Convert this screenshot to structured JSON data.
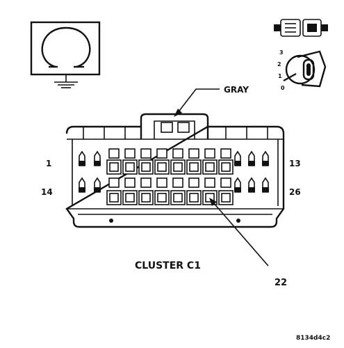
{
  "diagram": {
    "connector_name": "CLUSTER C1",
    "color_label": "GRAY",
    "callout_pin": "22",
    "pin_labels": {
      "row1_left": "1",
      "row1_right": "13",
      "row2_left": "14",
      "row2_right": "26"
    },
    "ignition_positions": [
      "3",
      "2",
      "1",
      "0"
    ],
    "figure_code": "8134d4c2",
    "icons": [
      "ground-symbol-icon",
      "connector-plug-icon",
      "ignition-key-icon"
    ]
  }
}
